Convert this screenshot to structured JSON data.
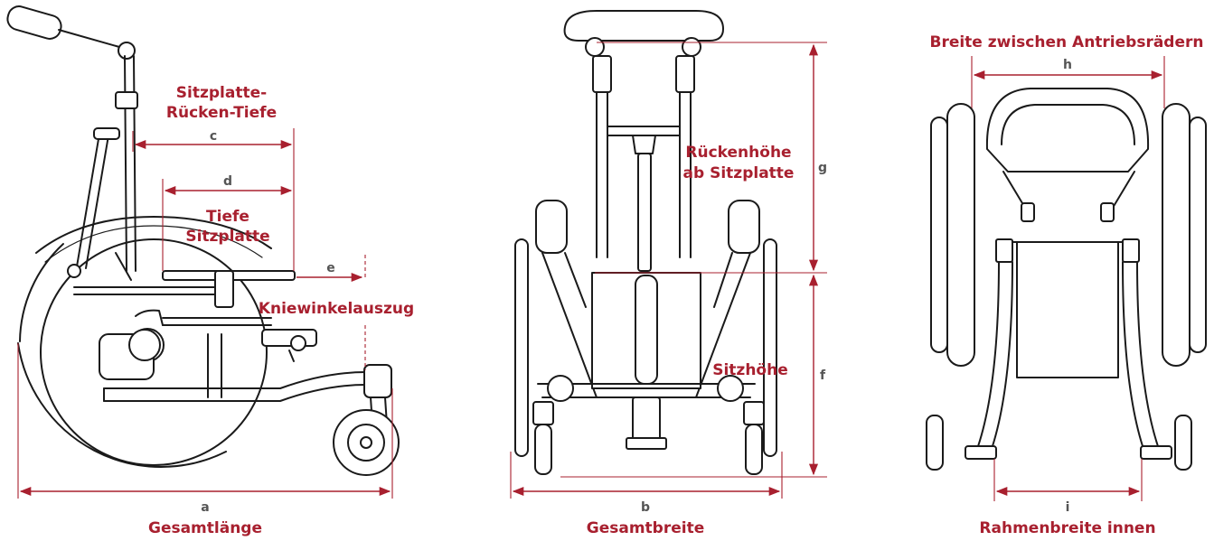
{
  "colors": {
    "accent": "#a8202f",
    "letter": "#555555",
    "line": "#1a1a1a"
  },
  "side_view": {
    "labels": {
      "seat_back_depth": [
        "Sitzplatte-",
        "Rücken-Tiefe"
      ],
      "seat_depth": [
        "Tiefe",
        "Sitzplatte"
      ],
      "knee_angle": "Kniewinkelauszug",
      "total_length": "Gesamtlänge"
    },
    "letters": {
      "a": "a",
      "c": "c",
      "d": "d",
      "e": "e"
    }
  },
  "front_view": {
    "labels": {
      "back_height": [
        "Rückenhöhe",
        "ab Sitzplatte"
      ],
      "seat_height": "Sitzhöhe",
      "total_width": "Gesamtbreite"
    },
    "letters": {
      "b": "b",
      "f": "f",
      "g": "g"
    }
  },
  "top_view": {
    "labels": {
      "width_between_wheels": "Breite zwischen Antriebsrädern",
      "frame_width_inner": "Rahmenbreite innen"
    },
    "letters": {
      "h": "h",
      "i": "i"
    }
  }
}
